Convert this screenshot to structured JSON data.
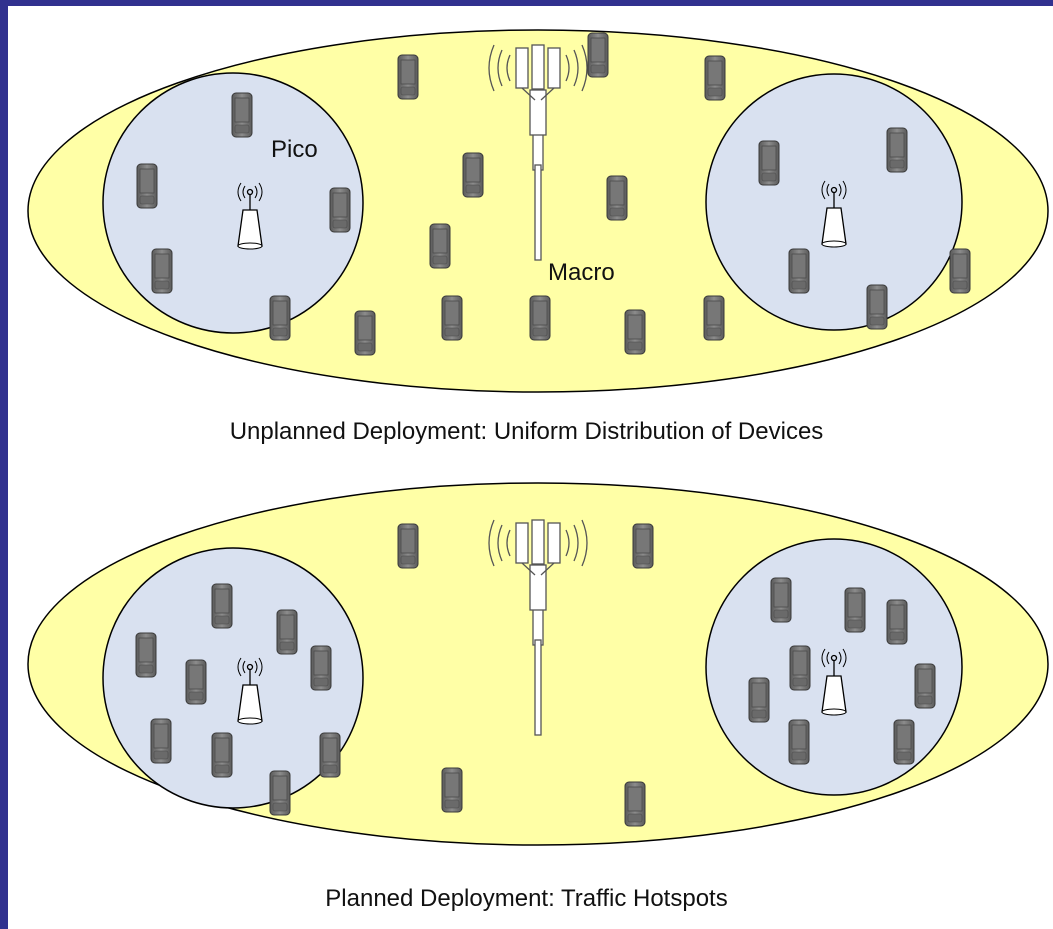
{
  "labels": {
    "pico": "Pico",
    "macro": "Macro"
  },
  "captions": {
    "top": "Unplanned Deployment: Uniform Distribution of Devices",
    "bottom": "Planned Deployment: Traffic Hotspots"
  },
  "colors": {
    "border": "#31318f",
    "macro_cell": "#ffffa6",
    "pico_cell": "#d9e1f0",
    "device": "#7f7f7f"
  },
  "icons": {
    "device": "mobile-phone-icon",
    "pico_bs": "pico-base-station-icon",
    "macro_bs": "macro-tower-icon"
  }
}
